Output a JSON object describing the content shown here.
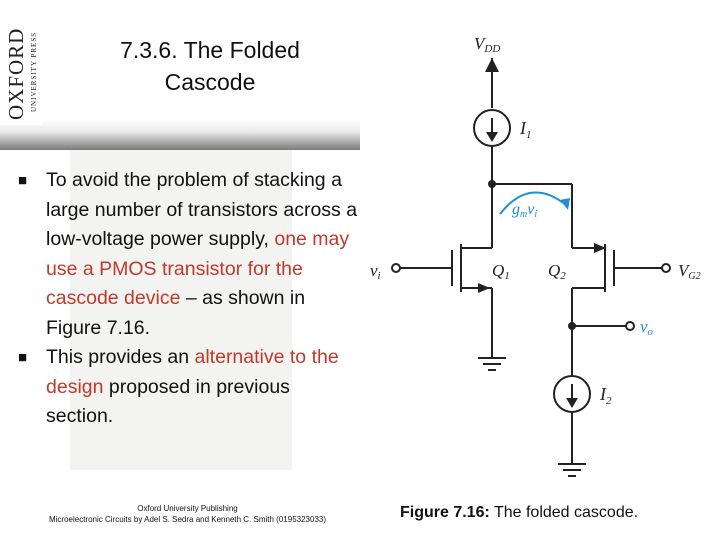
{
  "header": {
    "logo_main": "OXFORD",
    "logo_sub": "UNIVERSITY PRESS",
    "title_line1": "7.3.6. The Folded",
    "title_line2": "Cascode"
  },
  "bullets": [
    {
      "text_plain_1": "To avoid the problem of stacking a large number of transistors across a low-voltage power supply, ",
      "text_red": "one may use a PMOS transistor for the cascode device",
      "text_plain_2": " – as shown in Figure 7.16."
    },
    {
      "text_plain_1": "This provides an ",
      "text_red": "alternative to the design",
      "text_plain_2": " proposed in previous section."
    }
  ],
  "footer": {
    "line1": "Oxford University Publishing",
    "line2": "Microelectronic Circuits by Adel S. Sedra and Kenneth C. Smith (0195323033)"
  },
  "caption": {
    "prefix": "Figure 7.16:",
    "text": " The folded cascode."
  },
  "circuit": {
    "vdd": "V",
    "vdd_sub": "DD",
    "i1": "I",
    "i1_sub": "1",
    "i2": "I",
    "i2_sub": "2",
    "gm": "g",
    "gm_sub": "m",
    "gm_v": "v",
    "gm_v_sub": "i",
    "vi": "v",
    "vi_sub": "i",
    "q1": "Q",
    "q1_sub": "1",
    "q2": "Q",
    "q2_sub": "2",
    "vg2": "V",
    "vg2_sub": "G2",
    "vo": "v",
    "vo_sub": "o",
    "accent_color": "#1f8fd6"
  }
}
